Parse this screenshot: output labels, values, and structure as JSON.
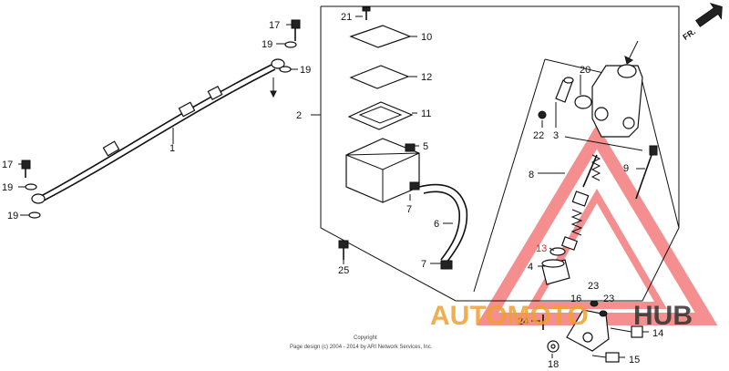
{
  "part_labels": {
    "p1": "1",
    "p2": "2",
    "p3": "3",
    "p4": "4",
    "p5": "5",
    "p6": "6",
    "p7a": "7",
    "p7b": "7",
    "p8": "8",
    "p9": "9",
    "p10": "10",
    "p11": "11",
    "p12": "12",
    "p13": "13",
    "p14": "14",
    "p15": "15",
    "p16": "16",
    "p17a": "17",
    "p17b": "17",
    "p18": "18",
    "p19a": "19",
    "p19b": "19",
    "p19c": "19",
    "p19d": "19",
    "p20": "20",
    "p21": "21",
    "p22": "22",
    "p23a": "23",
    "p23b": "23",
    "p24": "24",
    "p25": "25"
  },
  "direction_label": "FR.",
  "copyright": {
    "line1": "Copyright",
    "line2": "Page design (c) 2004 - 2014 by ARI Network Services, Inc."
  },
  "watermark": {
    "text_a": "AUTOMOTO",
    "text_b": "HUB",
    "color_a": "#f0a030",
    "color_b": "#333333",
    "triangle_color": "#ee3333"
  }
}
